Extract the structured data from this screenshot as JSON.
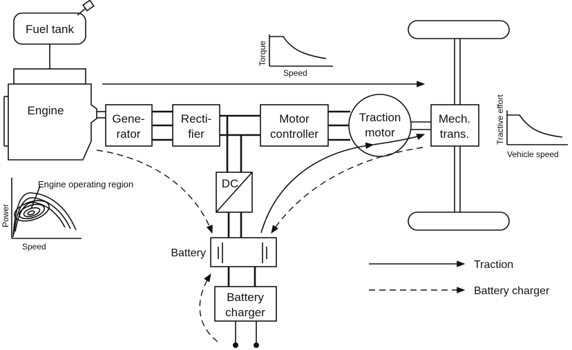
{
  "components": {
    "fuel_tank": "Fuel tank",
    "engine": "Engine",
    "generator": [
      "Gene-",
      "rator"
    ],
    "rectifier": [
      "Recti-",
      "fier"
    ],
    "motor_controller": [
      "Motor",
      "controller"
    ],
    "traction_motor": [
      "Traction",
      "motor"
    ],
    "mech_trans": [
      "Mech.",
      "trans."
    ],
    "dc_converter": "DC",
    "battery": "Battery",
    "battery_charger": [
      "Battery",
      "charger"
    ]
  },
  "plots": {
    "torque": {
      "ylabel": "Torque",
      "xlabel": "Speed"
    },
    "tractive": {
      "ylabel": "Tractive effort",
      "xlabel": "Vehicle speed"
    },
    "engine_map": {
      "ylabel": "Power",
      "xlabel": "Speed",
      "annotation": "Engine operating region"
    }
  },
  "legend": {
    "traction": "Traction",
    "battery_charger": "Battery charger"
  }
}
